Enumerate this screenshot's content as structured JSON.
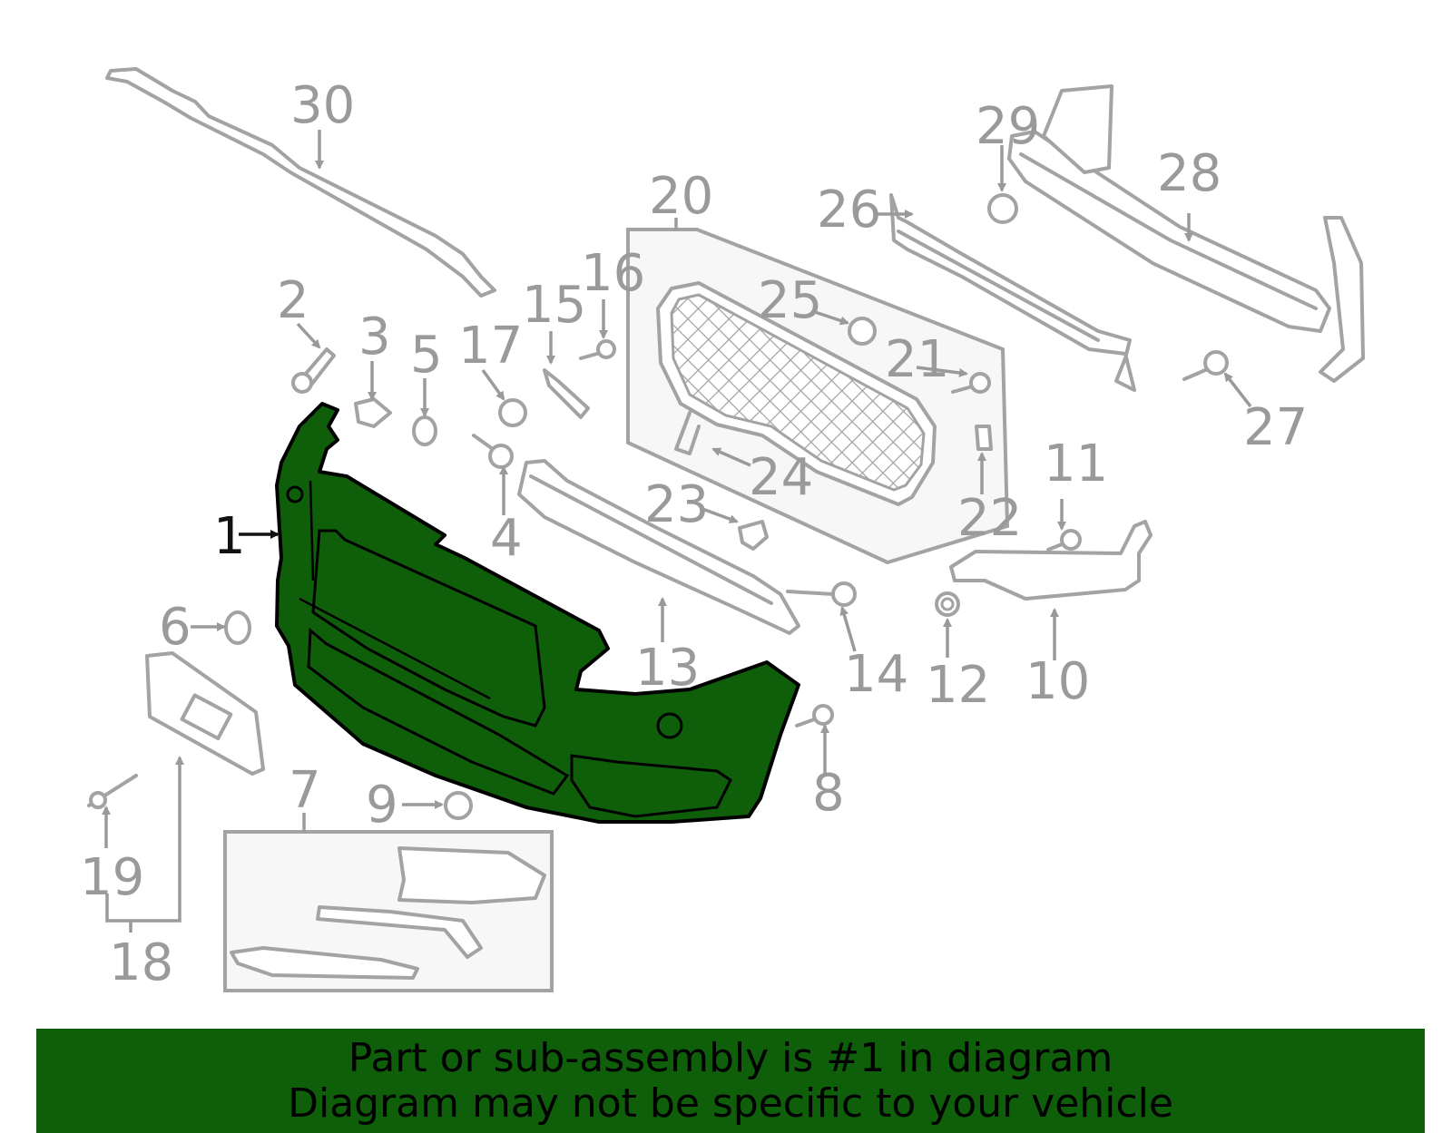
{
  "highlight_color": "#0f5e0a",
  "callouts": [
    {
      "id": "1",
      "text": "1",
      "highlighted": true
    },
    {
      "id": "2",
      "text": "2"
    },
    {
      "id": "3",
      "text": "3"
    },
    {
      "id": "4",
      "text": "4"
    },
    {
      "id": "5",
      "text": "5"
    },
    {
      "id": "6",
      "text": "6"
    },
    {
      "id": "7",
      "text": "7"
    },
    {
      "id": "8",
      "text": "8"
    },
    {
      "id": "9",
      "text": "9"
    },
    {
      "id": "10",
      "text": "10"
    },
    {
      "id": "11",
      "text": "11"
    },
    {
      "id": "12",
      "text": "12"
    },
    {
      "id": "13",
      "text": "13"
    },
    {
      "id": "14",
      "text": "14"
    },
    {
      "id": "15",
      "text": "15"
    },
    {
      "id": "16",
      "text": "16"
    },
    {
      "id": "17",
      "text": "17"
    },
    {
      "id": "18",
      "text": "18"
    },
    {
      "id": "19",
      "text": "19"
    },
    {
      "id": "20",
      "text": "20"
    },
    {
      "id": "21",
      "text": "21"
    },
    {
      "id": "22",
      "text": "22"
    },
    {
      "id": "23",
      "text": "23"
    },
    {
      "id": "24",
      "text": "24"
    },
    {
      "id": "25",
      "text": "25"
    },
    {
      "id": "26",
      "text": "26"
    },
    {
      "id": "27",
      "text": "27"
    },
    {
      "id": "28",
      "text": "28"
    },
    {
      "id": "29",
      "text": "29"
    },
    {
      "id": "30",
      "text": "30"
    }
  ],
  "banner": {
    "line1": "Part or sub-assembly is #1 in diagram",
    "line2": "Diagram may not be specific to your vehicle"
  }
}
